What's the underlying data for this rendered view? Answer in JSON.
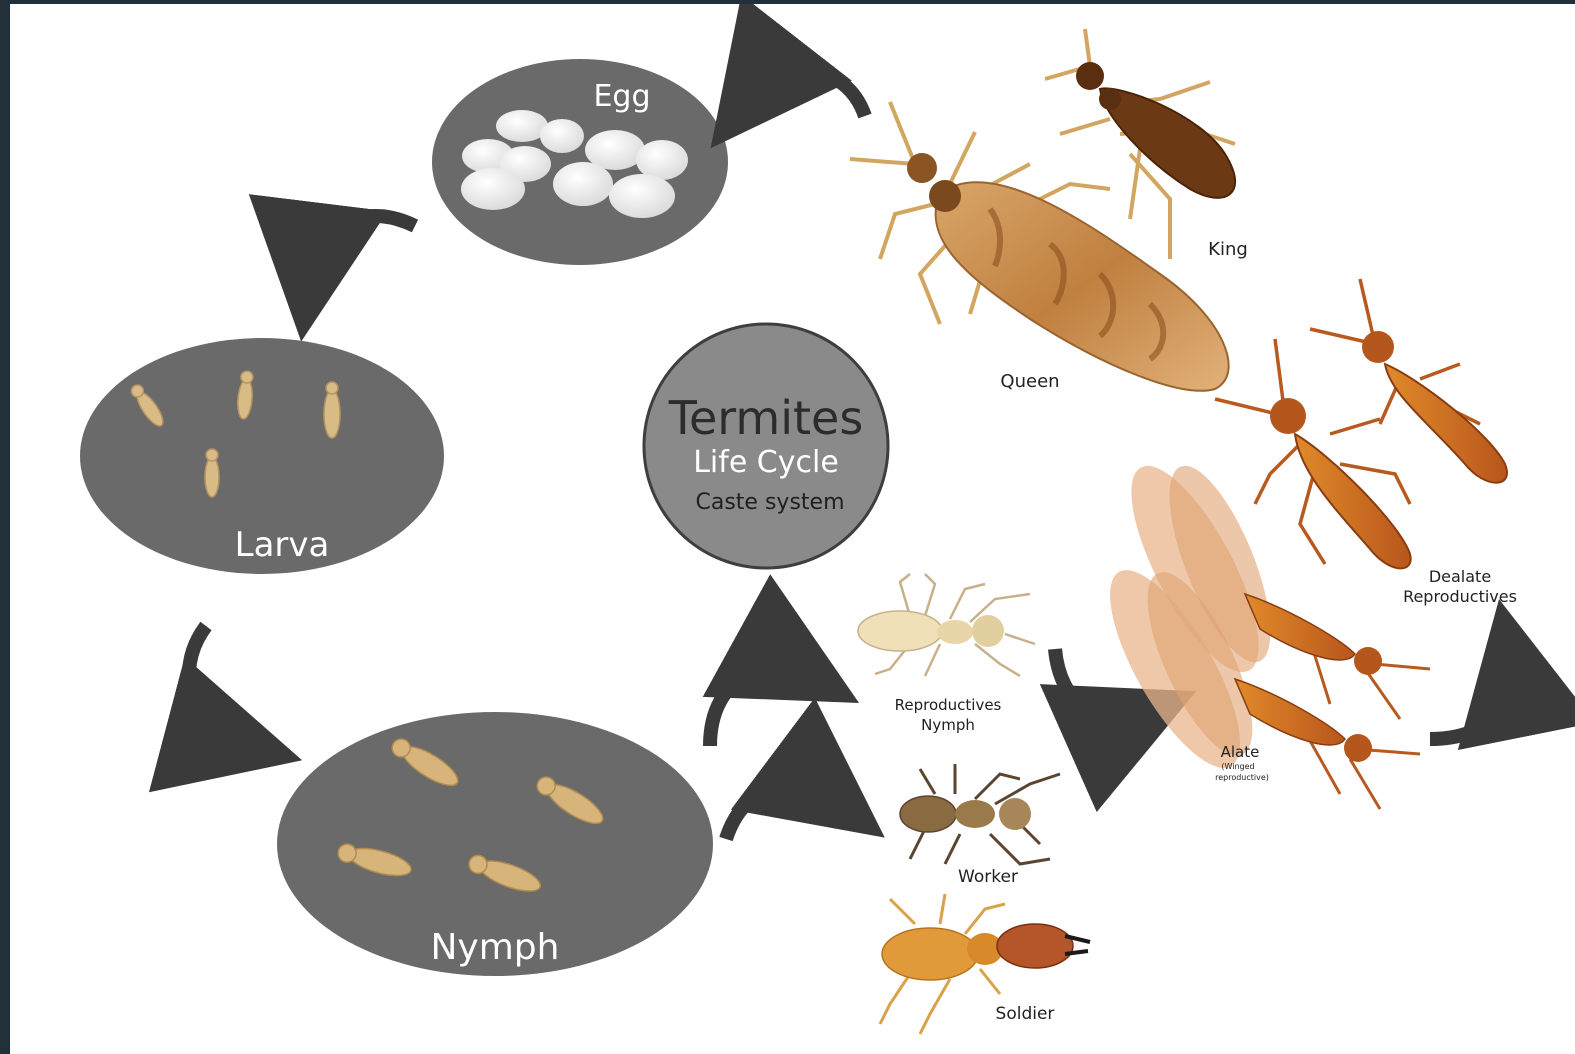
{
  "center": {
    "title": "Termites",
    "subtitle": "Life Cycle",
    "caption": "Caste system"
  },
  "stages": {
    "egg": "Egg",
    "larva": "Larva",
    "nymph": "Nymph"
  },
  "castes": {
    "queen": "Queen",
    "king": "King",
    "dealate_line1": "Dealate",
    "dealate_line2": "Reproductives",
    "reproductives_line1": "Reproductives",
    "reproductives_line2": "Nymph",
    "alate": "Alate",
    "alate_note_line1": "(Winged",
    "alate_note_line2": "reproductive)",
    "worker": "Worker",
    "soldier": "Soldier"
  },
  "colors": {
    "stage_fill": "#6a6a6a",
    "arrow": "#3a3a3a",
    "frame": "#223139"
  }
}
